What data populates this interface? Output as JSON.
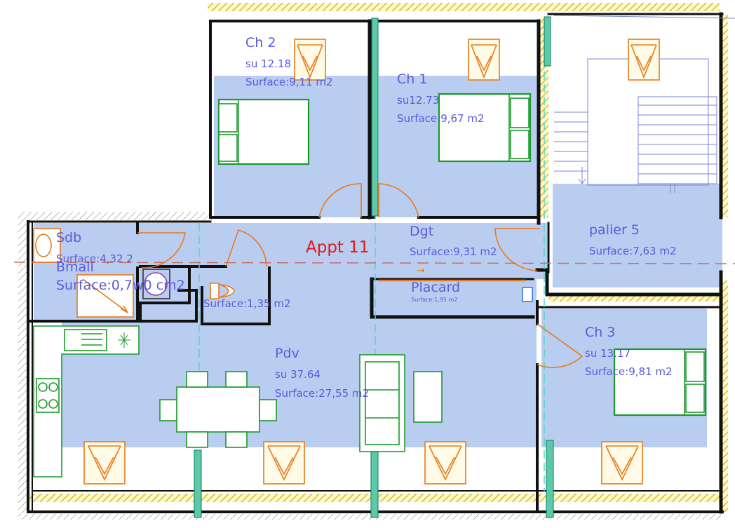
{
  "plan": {
    "apartment": "Appt  11",
    "rooms": {
      "ch2": {
        "name": "Ch 2",
        "su": "su 12.18",
        "surface": "Surface:9,11 m2"
      },
      "ch1": {
        "name": "Ch 1",
        "su": "su12.73",
        "surface": "Surface:9,67 m2"
      },
      "dgt": {
        "name": "Dgt",
        "surface": "Surface:9,31 m2"
      },
      "palier": {
        "name": "palier 5",
        "surface": "Surface:7,63 m2"
      },
      "sdb": {
        "name": "Sdb",
        "surface": "Surface:4,32 2"
      },
      "bmall": {
        "name": "Bmall",
        "surface": "Surface:0,7w0 cm2"
      },
      "wc": {
        "surface": "Surface:1,35 m2"
      },
      "placard": {
        "name": "Placard",
        "surface": "Surface:1,95 m2"
      },
      "pdv": {
        "name": "Pdv",
        "su": "su 37.64",
        "surface": "Surface:27,55 m2"
      },
      "ch3": {
        "name": "Ch 3",
        "su": "su 13.17",
        "surface": "Surface:9,81 m2"
      }
    },
    "arrow": "→",
    "colors": {
      "floor": "#b9cdf0",
      "wall": "#111111",
      "hatch": "#d6c21e",
      "furniture": "#1a9a2a",
      "window": "#e87a1c",
      "door": "#e87a1c",
      "axis": "#4fd8c8",
      "label": "#5b5bdc",
      "apartment_label": "#e01818"
    }
  }
}
